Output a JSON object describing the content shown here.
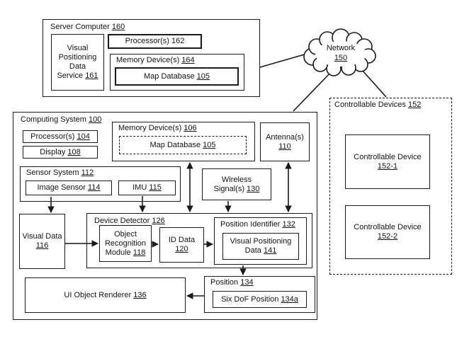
{
  "colors": {
    "line": "#1a1a1a",
    "background": "#ffffff"
  },
  "server": {
    "title": {
      "text": "Server Computer",
      "num": "160"
    },
    "vpds": {
      "text": "Visual Positioning Data Service",
      "num": "161"
    },
    "processors": {
      "text": "Processor(s)",
      "num": "162"
    },
    "memory": {
      "text": "Memory Device(s)",
      "num": "164"
    },
    "map_db": {
      "text": "Map Database",
      "num": "105"
    }
  },
  "network": {
    "text": "Network",
    "num": "150"
  },
  "computing": {
    "title": {
      "text": "Computing System",
      "num": "100"
    },
    "processors": {
      "text": "Processor(s)",
      "num": "104"
    },
    "display": {
      "text": "Display",
      "num": "108"
    },
    "memory": {
      "text": "Memory Device(s)",
      "num": "106"
    },
    "map_db": {
      "text": "Map Database",
      "num": "105"
    },
    "antenna": {
      "text": "Antenna(s)",
      "num": "110"
    },
    "sensor_system": {
      "text": "Sensor System",
      "num": "112"
    },
    "image_sensor": {
      "text": "Image Sensor",
      "num": "114"
    },
    "imu": {
      "text": "IMU",
      "num": "115"
    },
    "wireless": {
      "text": "Wireless Signal(s)",
      "num": "130"
    },
    "visual_data": {
      "text": "Visual Data",
      "num": "116"
    },
    "device_detector": {
      "text": "Device Detector",
      "num": "126"
    },
    "object_recognition": {
      "text": "Object Recognition Module",
      "num": "118"
    },
    "id_data": {
      "text": "ID Data",
      "num": "120"
    },
    "position_identifier": {
      "text": "Position Identifier",
      "num": "132"
    },
    "visual_positioning_data": {
      "text": "Visual Positioning Data",
      "num": "141"
    },
    "ui_object_renderer": {
      "text": "UI Object Renderer",
      "num": "136"
    },
    "position": {
      "text": "Position",
      "num": "134"
    },
    "six_dof": {
      "text": "Six DoF Position",
      "num": "134a"
    }
  },
  "controllable": {
    "title": {
      "text": "Controllable Devices",
      "num": "152"
    },
    "device1": {
      "text": "Controllable Device",
      "num": "152-1"
    },
    "device2": {
      "text": "Controllable Device",
      "num": "152-2"
    }
  }
}
